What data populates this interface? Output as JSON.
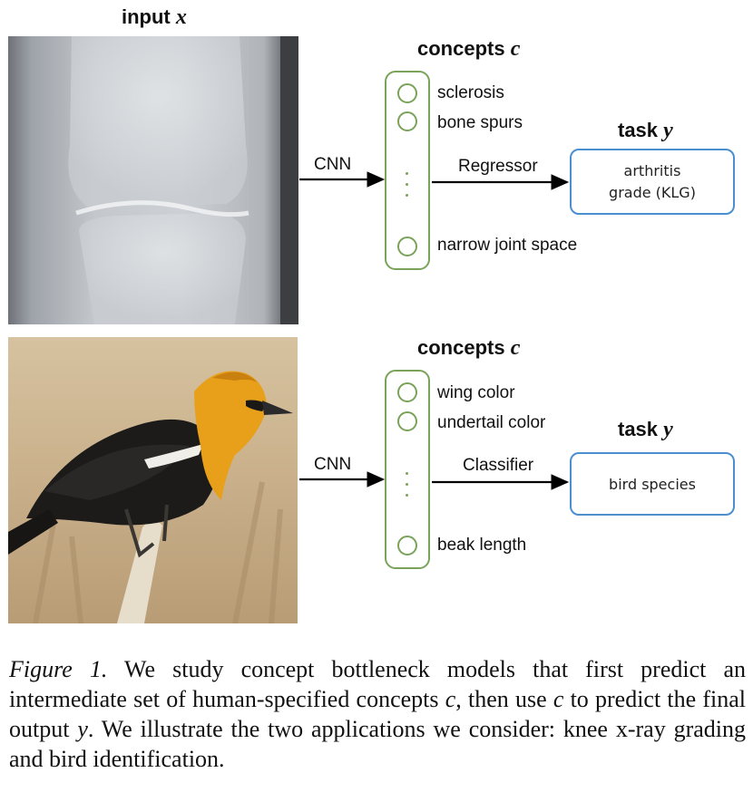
{
  "input_header": {
    "word": "input",
    "var": "x"
  },
  "rows": [
    {
      "concepts_header": {
        "word": "concepts",
        "var": "c"
      },
      "concepts": [
        "sclerosis",
        "bone spurs",
        "narrow joint space"
      ],
      "encoder_label": "CNN",
      "predictor_label": "Regressor",
      "task_header": {
        "word": "task",
        "var": "y"
      },
      "task_output": [
        "arthritis",
        "grade (KLG)"
      ]
    },
    {
      "concepts_header": {
        "word": "concepts",
        "var": "c"
      },
      "concepts": [
        "wing color",
        "undertail color",
        "beak length"
      ],
      "encoder_label": "CNN",
      "predictor_label": "Classifier",
      "task_header": {
        "word": "task",
        "var": "y"
      },
      "task_output": [
        "bird species"
      ]
    }
  ],
  "caption": {
    "label": "Figure 1.",
    "text_1": " We study concept bottleneck models that first predict an intermediate set of human-specified concepts ",
    "var_c1": "c",
    "text_2": ", then use ",
    "var_c2": "c",
    "text_3": " to predict the final output ",
    "var_y": "y",
    "text_4": ". We illustrate the two applications we consider: knee x-ray grading and bird identification."
  },
  "colors": {
    "concept_border": "#7aa35a",
    "task_border": "#4b8fd1"
  }
}
